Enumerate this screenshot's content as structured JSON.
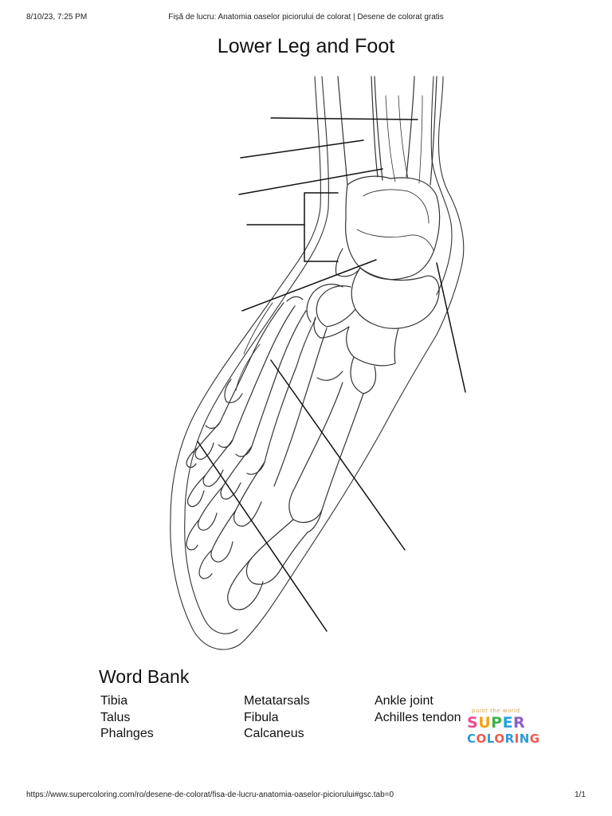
{
  "print_header": {
    "datetime": "8/10/23, 7:25 PM",
    "page_title": "Fișă de lucru: Anatomia oaselor piciorului de colorat | Desene de colorat gratis"
  },
  "worksheet": {
    "title": "Lower Leg and Foot"
  },
  "word_bank": {
    "title": "Word Bank",
    "columns": [
      [
        "Tibia",
        "Talus",
        "Phalnges"
      ],
      [
        "Metatarsals",
        "Fibula",
        "Calcaneus"
      ],
      [
        "Ankle joint",
        "Achilles tendon"
      ]
    ]
  },
  "logo": {
    "tagline": "paint the world",
    "letters_line1": [
      "S",
      "U",
      "P",
      "E",
      "R"
    ],
    "letters_line2": [
      "C",
      "O",
      "L",
      "O",
      "R",
      "I",
      "N",
      "G"
    ]
  },
  "print_footer": {
    "url": "https://www.supercoloring.com/ro/desene-de-colorat/fisa-de-lucru-anatomia-oaselor-piciorului#gsc.tab=0",
    "page_number": "1/1"
  },
  "colors": {
    "ink": "#111111",
    "outline": "#333333"
  }
}
